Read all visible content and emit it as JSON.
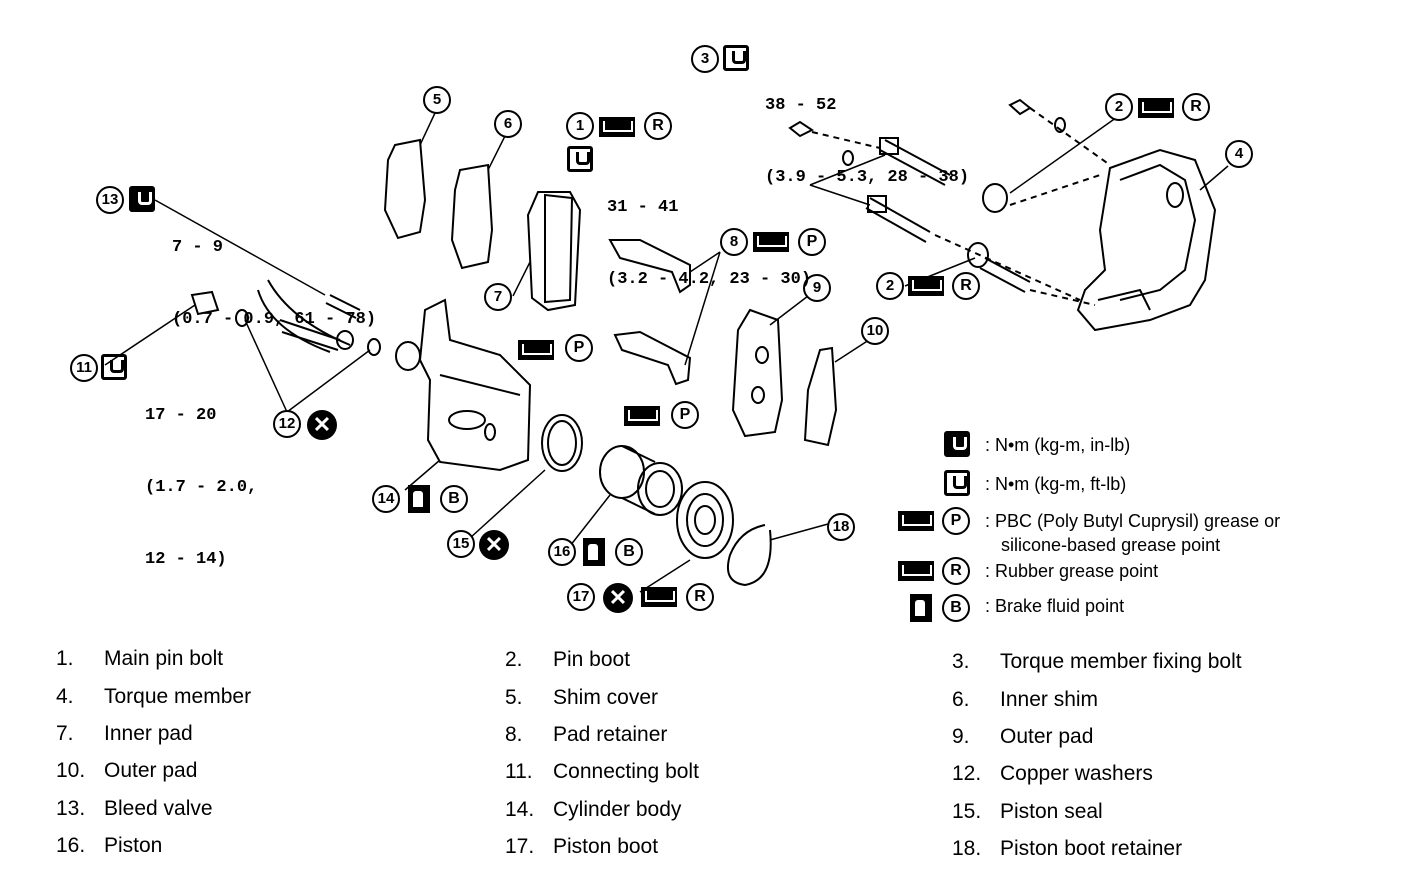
{
  "callouts": [
    "1",
    "2",
    "3",
    "4",
    "5",
    "6",
    "7",
    "8",
    "9",
    "10",
    "11",
    "12",
    "13",
    "14",
    "15",
    "16",
    "17",
    "18"
  ],
  "symbol_letters": {
    "P": "P",
    "R": "R",
    "B": "B",
    "X": "✕"
  },
  "torques": {
    "t3": {
      "line1": "38 - 52",
      "line2": "(3.9 - 5.3, 28 - 38)"
    },
    "t1": {
      "line1": "31 - 41",
      "line2": "(3.2 - 4.2, 23 - 30)"
    },
    "t13": {
      "line1": "7 - 9",
      "line2": "(0.7 - 0.9, 61 - 78)"
    },
    "t11": {
      "line1": "17 - 20",
      "line2": "(1.7 - 2.0,",
      "line3": "12 - 14)"
    }
  },
  "legend": {
    "inlb": ": N•m (kg-m, in-lb)",
    "ftlb": ": N•m (kg-m, ft-lb)",
    "pbc1": ": PBC (Poly Butyl Cuprysil) grease or",
    "pbc2": "silicone-based grease point",
    "rubber": ": Rubber grease point",
    "fluid": ": Brake fluid point"
  },
  "parts": [
    {
      "num": "1.",
      "name": "Main pin bolt"
    },
    {
      "num": "2.",
      "name": "Pin boot"
    },
    {
      "num": "3.",
      "name": "Torque member fixing bolt"
    },
    {
      "num": "4.",
      "name": "Torque member"
    },
    {
      "num": "5.",
      "name": "Shim cover"
    },
    {
      "num": "6.",
      "name": "Inner shim"
    },
    {
      "num": "7.",
      "name": "Inner pad"
    },
    {
      "num": "8.",
      "name": "Pad retainer"
    },
    {
      "num": "9.",
      "name": "Outer pad"
    },
    {
      "num": "10.",
      "name": "Outer pad"
    },
    {
      "num": "11.",
      "name": "Connecting bolt"
    },
    {
      "num": "12.",
      "name": "Copper washers"
    },
    {
      "num": "13.",
      "name": "Bleed valve"
    },
    {
      "num": "14.",
      "name": "Cylinder body"
    },
    {
      "num": "15.",
      "name": "Piston seal"
    },
    {
      "num": "16.",
      "name": "Piston"
    },
    {
      "num": "17.",
      "name": "Piston boot"
    },
    {
      "num": "18.",
      "name": "Piston boot retainer"
    }
  ]
}
